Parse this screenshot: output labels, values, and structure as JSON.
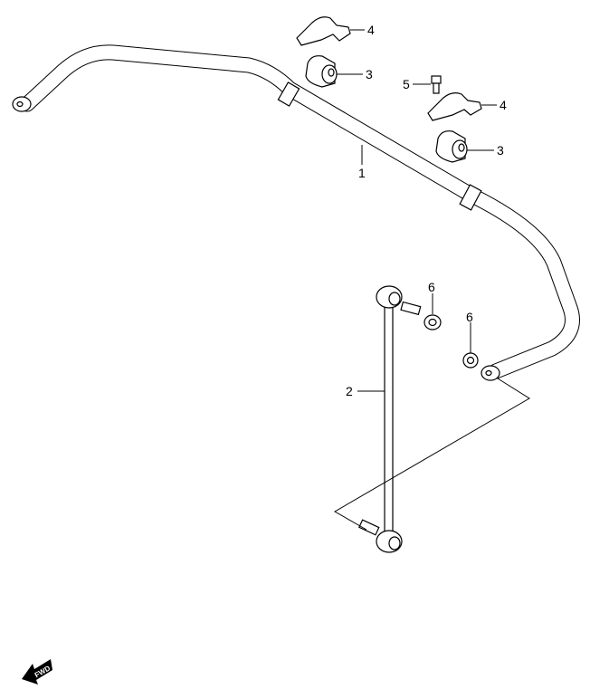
{
  "diagram": {
    "callouts": [
      {
        "id": "label-1",
        "text": "1",
        "part": "stabilizer-bar"
      },
      {
        "id": "label-2",
        "text": "2",
        "part": "stabilizer-link"
      },
      {
        "id": "label-3a",
        "text": "3",
        "part": "bushing"
      },
      {
        "id": "label-3b",
        "text": "3",
        "part": "bushing"
      },
      {
        "id": "label-4a",
        "text": "4",
        "part": "bracket"
      },
      {
        "id": "label-4b",
        "text": "4",
        "part": "bracket"
      },
      {
        "id": "label-5",
        "text": "5",
        "part": "bolt"
      },
      {
        "id": "label-6a",
        "text": "6",
        "part": "nut"
      },
      {
        "id": "label-6b",
        "text": "6",
        "part": "nut"
      }
    ],
    "direction_badge": "FWD",
    "colors": {
      "line": "#000000",
      "background": "#ffffff"
    }
  }
}
